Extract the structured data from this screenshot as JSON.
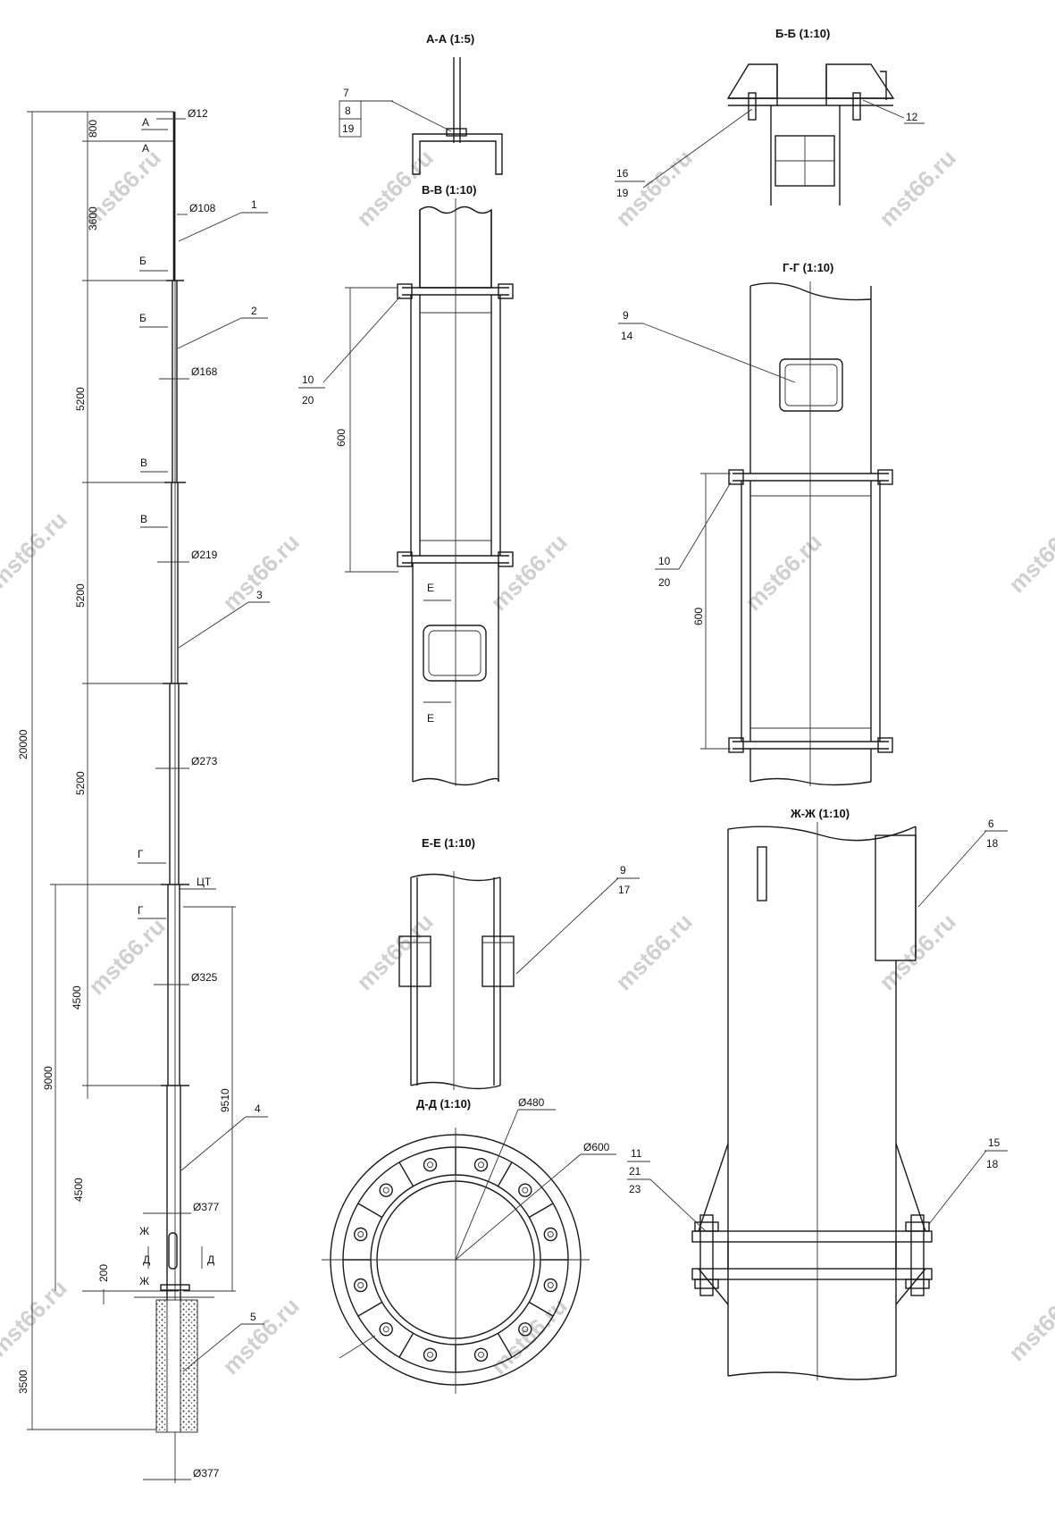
{
  "watermark": "mst66.ru",
  "main_view": {
    "overall_height": "20000",
    "segment_dims": [
      "800",
      "3600",
      "5200",
      "5200",
      "5200",
      "4500",
      "4500",
      "200",
      "3500"
    ],
    "lower_span": "9000",
    "span_9510": "9510",
    "diameters": [
      "Ø12",
      "Ø108",
      "Ø168",
      "Ø219",
      "Ø273",
      "Ø325",
      "Ø377",
      "Ø377"
    ],
    "cut_letters": [
      "А",
      "А",
      "Б",
      "Б",
      "В",
      "В",
      "Г",
      "Г",
      "Д",
      "Д",
      "Ж",
      "Ж"
    ],
    "ct_label": "ЦТ",
    "callouts": [
      "1",
      "2",
      "3",
      "4",
      "5"
    ]
  },
  "views": {
    "aa": {
      "title": "А-А (1:5)",
      "callout": [
        "7",
        "8",
        "19"
      ]
    },
    "bb": {
      "title": "Б-Б (1:10)",
      "callout_left": [
        "16",
        "19"
      ],
      "callout_right": "12"
    },
    "vv": {
      "title": "В-В (1:10)",
      "callout": [
        "10",
        "20"
      ],
      "dim": "600",
      "cut": [
        "Е",
        "Е"
      ]
    },
    "gg": {
      "title": "Г-Г (1:10)",
      "callout_top": [
        "9",
        "14"
      ],
      "callout": [
        "10",
        "20"
      ],
      "dim": "600"
    },
    "ee": {
      "title": "Е-Е (1:10)",
      "callout": [
        "9",
        "17"
      ]
    },
    "dd": {
      "title": "Д-Д (1:10)",
      "d_inner": "Ø480",
      "d_outer": "Ø600"
    },
    "zhzh": {
      "title": "Ж-Ж (1:10)",
      "callout_top": [
        "6",
        "18"
      ],
      "callout_left": [
        "11",
        "21",
        "23"
      ],
      "callout_right": [
        "15",
        "18"
      ]
    }
  }
}
